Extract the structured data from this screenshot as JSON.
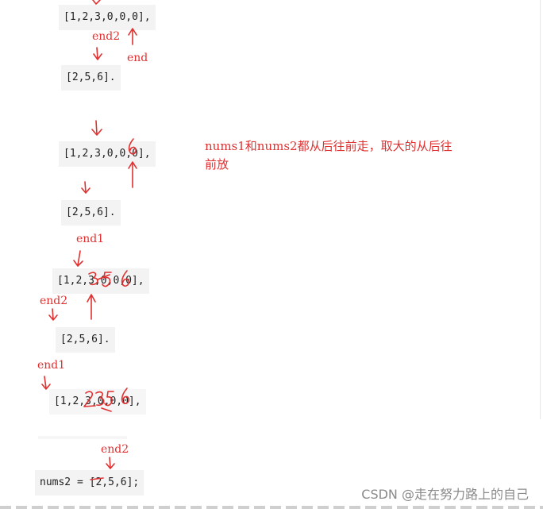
{
  "blocks": [
    {
      "array": "[1,2,3,0,0,0],",
      "labels": {
        "top": "end2",
        "right": "end"
      }
    },
    {
      "array": "[2,5,6]."
    },
    {
      "array": "[1,2,3,0,0,0],",
      "note": "nums1和nums2都从后往前走，取大的从后往前放"
    },
    {
      "array": "[2,5,6]."
    },
    {
      "array": "[1,2,3,0,0,0],",
      "label_top": "end1",
      "overwrite": "3,5,6"
    },
    {
      "label_left": "end2",
      "array": "[2,5,6]."
    },
    {
      "label_left": "end1",
      "array": "[1,2,3,0,0,0],",
      "overwrite": "2,3,5,6"
    },
    {
      "label_top": "end2",
      "code": "nums2 = [2,5,6];"
    }
  ],
  "watermark": "CSDN @走在努力路上的自己",
  "colors": {
    "ink": "#e03030",
    "code_bg": "#f3f3f3",
    "text": "#1f1f1f",
    "watermark": "#8a8a8a"
  }
}
